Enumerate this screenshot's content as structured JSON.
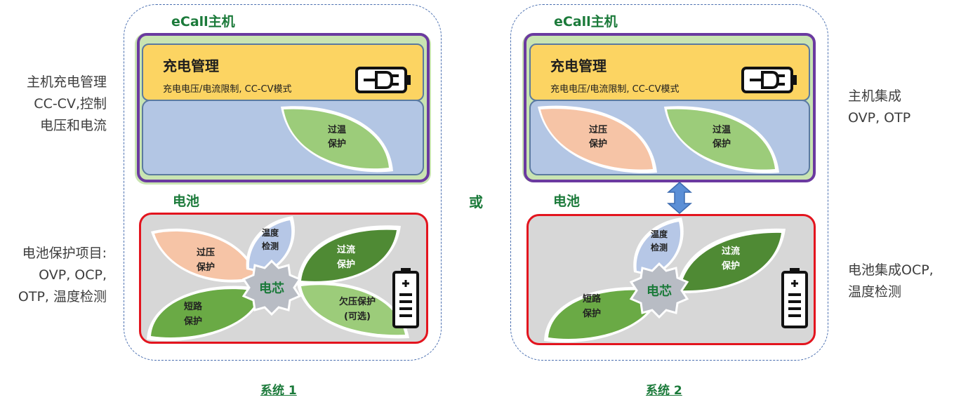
{
  "left_notes": {
    "host": [
      "主机充电管理",
      "CC-CV,控制",
      "电压和电流"
    ],
    "battery": [
      "电池保护项目:",
      "OVP, OCP,",
      "OTP, 温度检测"
    ]
  },
  "right_notes": {
    "host": [
      "主机集成",
      "OVP, OTP"
    ],
    "battery": [
      "电池集成OCP,",
      "温度检测"
    ]
  },
  "or_label": "或",
  "system1": {
    "host_label": "eCall主机",
    "charge_title": "充电管理",
    "charge_sub": "充电电压/电流限制, CC-CV模式",
    "host_leaves": [
      {
        "lines": [
          "过温",
          "保护"
        ]
      }
    ],
    "battery_label": "电池",
    "core_label": "电芯",
    "battery_leaves": [
      {
        "lines": [
          "过压",
          "保护"
        ]
      },
      {
        "lines": [
          "温度",
          "检测"
        ]
      },
      {
        "lines": [
          "过流",
          "保护"
        ]
      },
      {
        "lines": [
          "短路",
          "保护"
        ]
      },
      {
        "lines": [
          "欠压保护",
          "(可选)"
        ]
      }
    ],
    "caption": "系统 1"
  },
  "system2": {
    "host_label": "eCall主机",
    "charge_title": "充电管理",
    "charge_sub": "充电电压/电流限制, CC-CV模式",
    "host_leaves": [
      {
        "lines": [
          "过压",
          "保护"
        ]
      },
      {
        "lines": [
          "过温",
          "保护"
        ]
      }
    ],
    "battery_label": "电池",
    "core_label": "电芯",
    "battery_leaves": [
      {
        "lines": [
          "温度",
          "检测"
        ]
      },
      {
        "lines": [
          "过流",
          "保护"
        ]
      },
      {
        "lines": [
          "短路",
          "保护"
        ]
      }
    ],
    "caption": "系统 2"
  },
  "colors": {
    "green_label": "#1b7a3a",
    "charge_yellow": "#fcd462",
    "protection_blue": "#b3c6e4",
    "host_purple": "#6b3aa0",
    "battery_red": "#e3141e",
    "leaf_peach": "#f6c4a6",
    "leaf_light_green": "#9ccc7a",
    "leaf_mid_green": "#6aaa45",
    "leaf_dark_green": "#4f8a34",
    "leaf_lavender": "#b6c7e6",
    "core_gray": "#b8bcc4"
  },
  "icons": [
    "plug-icon",
    "battery-icon",
    "double-arrow-icon"
  ]
}
